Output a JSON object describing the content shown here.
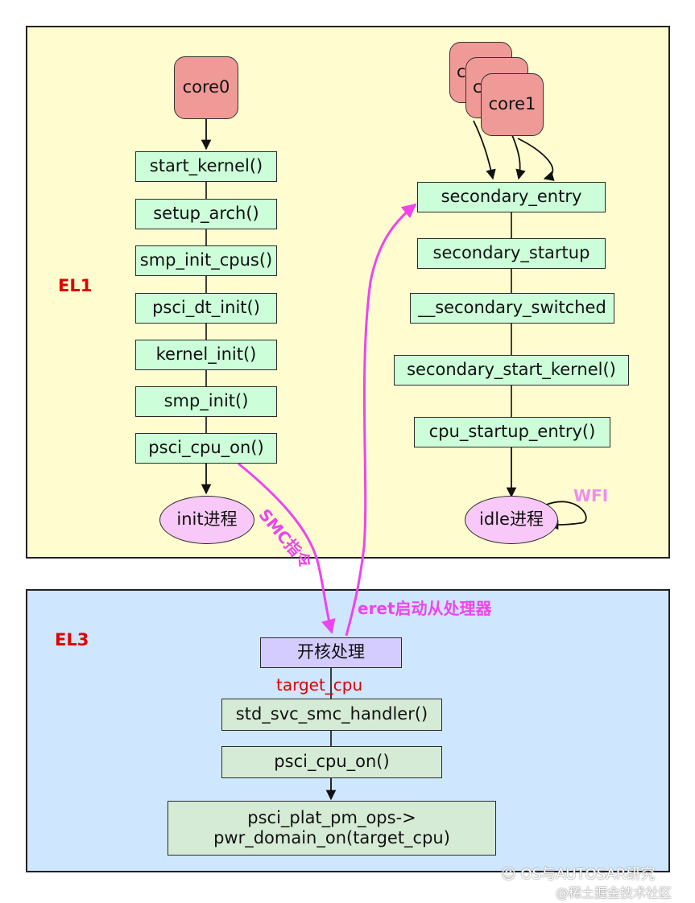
{
  "el1": {
    "label": "EL1",
    "core0": "core0",
    "core_stack": [
      "c",
      "c",
      "core1"
    ],
    "left_chain": [
      "start_kernel()",
      "setup_arch()",
      "smp_init_cpus()",
      "psci_dt_init()",
      "kernel_init()",
      "smp_init()",
      "psci_cpu_on()"
    ],
    "init_process": "init进程",
    "right_chain": [
      "secondary_entry",
      "secondary_startup",
      "__secondary_switched",
      "secondary_start_kernel()",
      "cpu_startup_entry()"
    ],
    "idle_process": "idle进程",
    "wfi": "WFI"
  },
  "edges": {
    "smc": "SMC指令",
    "eret": "eret启动从处理器"
  },
  "el3": {
    "label": "EL3",
    "boot_handler": "开核处理",
    "target_cpu": "target_cpu",
    "chain": [
      "std_svc_smc_handler()",
      "psci_cpu_on()"
    ],
    "pm_ops": [
      "psci_plat_pm_ops->",
      "pwr_domain_on(target_cpu)"
    ]
  },
  "watermark": {
    "line1": "OS与AUTOSAR研究",
    "line2": "@稀土掘金技术社区"
  },
  "colors": {
    "el1_bg": "#fffdd0",
    "el3_bg": "#cfe6ff",
    "green_box": "#ccffd9",
    "core_box": "#f09a98",
    "process_ellipse": "#f8c8f8",
    "handler_box": "#d4ccff",
    "el3_box": "#d6ebd6",
    "el_label": "#e00000",
    "smc_arrow": "#ee44ee"
  }
}
